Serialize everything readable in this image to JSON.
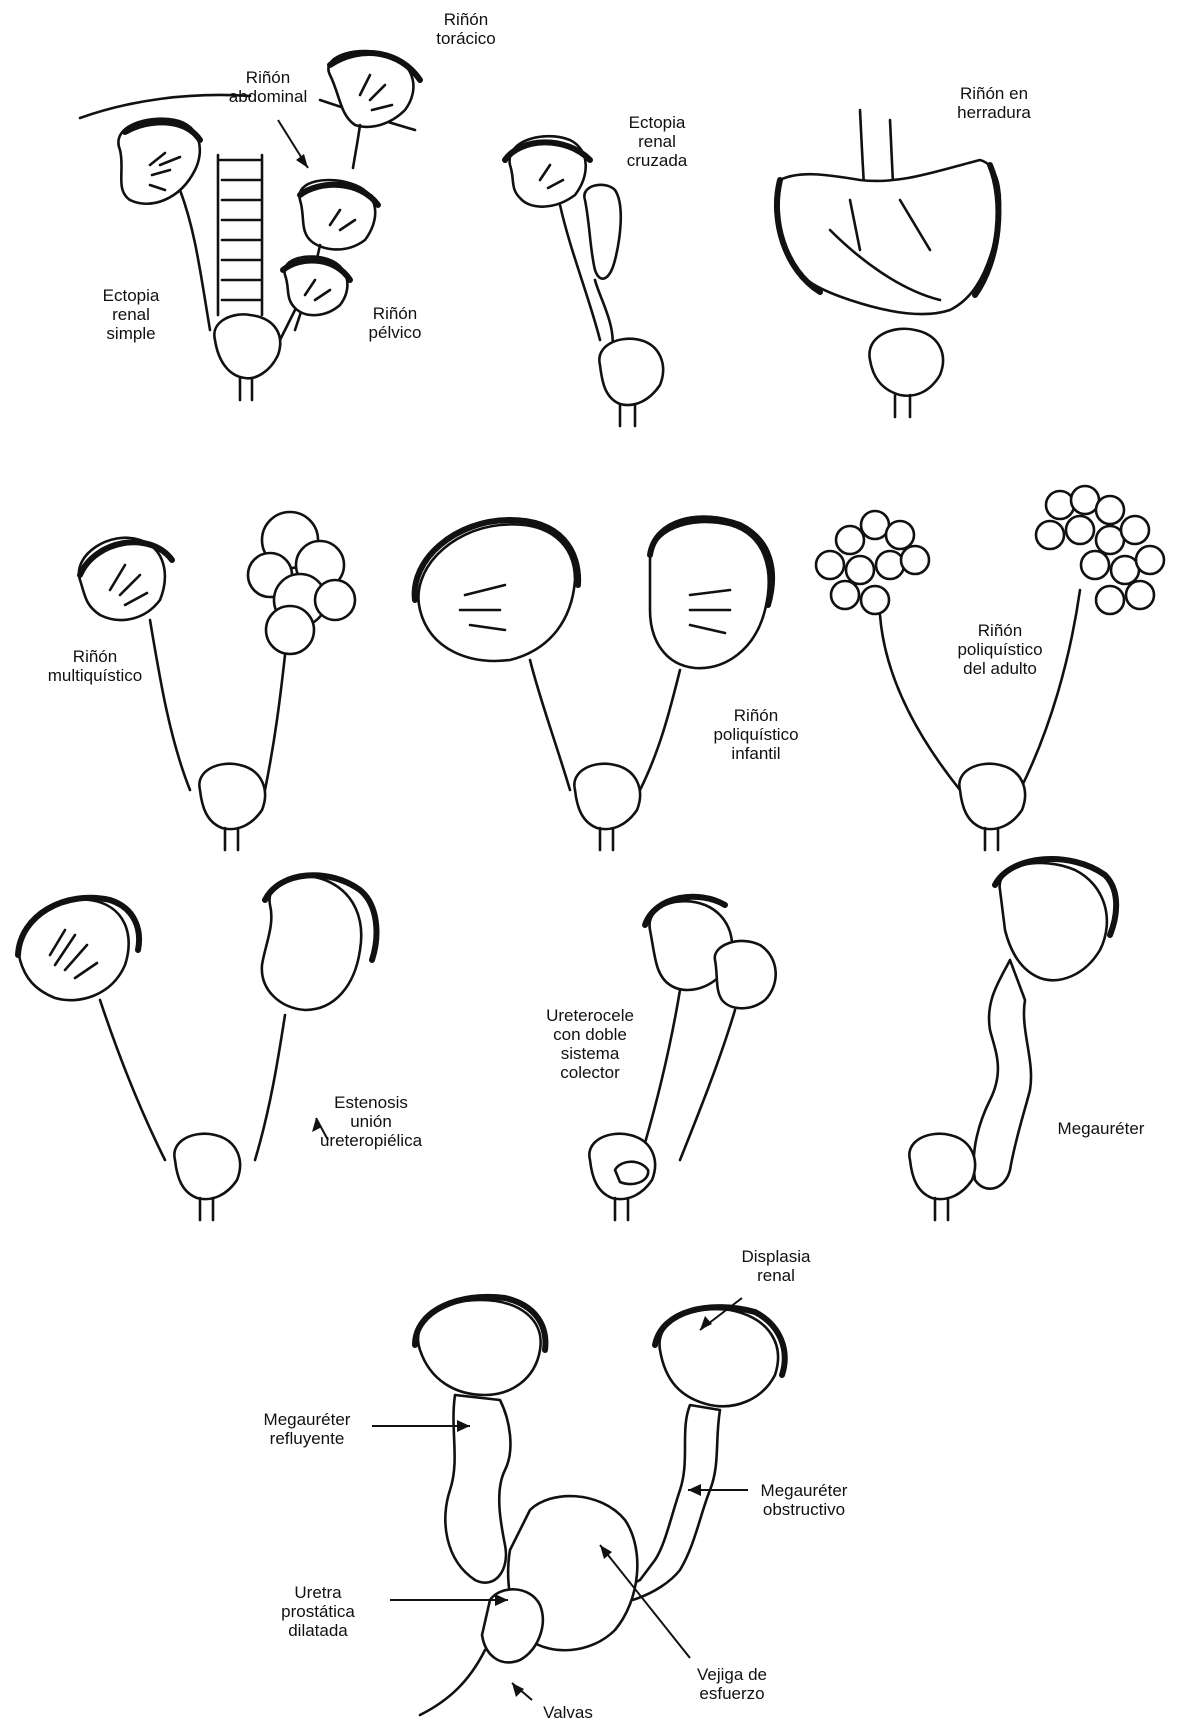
{
  "labels": {
    "rinon_toracico": [
      "Riñón",
      "torácico"
    ],
    "rinon_abdominal": [
      "Riñón",
      "abdominal"
    ],
    "ectopia_renal_simple": [
      "Ectopia",
      "renal",
      "simple"
    ],
    "rinon_pelvico": [
      "Riñón",
      "pélvico"
    ],
    "ectopia_renal_cruzada": [
      "Ectopia",
      "renal",
      "cruzada"
    ],
    "rinon_herradura": [
      "Riñón en",
      "herradura"
    ],
    "rinon_multiquistico": [
      "Riñón",
      "multiquístico"
    ],
    "rinon_poliquistico_infantil": [
      "Riñón",
      "poliquístico",
      "infantil"
    ],
    "rinon_poliquistico_adulto": [
      "Riñón",
      "poliquístico",
      "del adulto"
    ],
    "estenosis_union": [
      "Estenosis",
      "unión",
      "ureteropiélica"
    ],
    "ureterocele": [
      "Ureterocele",
      "con doble",
      "sistema",
      "colector"
    ],
    "megaureter": [
      "Megauréter"
    ],
    "displasia_renal": [
      "Displasia",
      "renal"
    ],
    "megaureter_refluyente": [
      "Megauréter",
      "refluyente"
    ],
    "megaureter_obstructivo": [
      "Megauréter",
      "obstructivo"
    ],
    "uretra_prostatica": [
      "Uretra",
      "prostática",
      "dilatada"
    ],
    "vejiga_esfuerzo": [
      "Vejiga de",
      "esfuerzo"
    ],
    "valvas": [
      "Valvas"
    ]
  }
}
